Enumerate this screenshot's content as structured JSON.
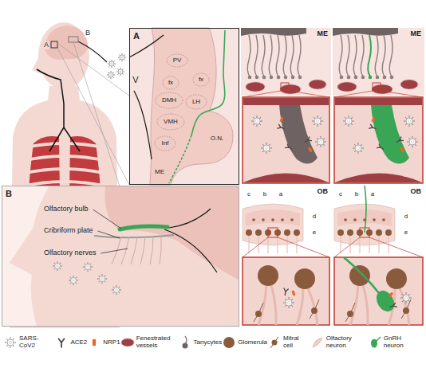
{
  "diagram": {
    "nodes": [
      {
        "text": [
          "A"
        ]
      },
      {
        "text": [
          "ME"
        ]
      },
      {
        "text": [
          "ME"
        ]
      },
      {
        "text": [
          "B"
        ]
      },
      {
        "text": [
          "OB"
        ]
      },
      {
        "text": [
          "OB"
        ]
      }
    ],
    "labels": [
      "A",
      "B",
      "V",
      "PV",
      "fx",
      "fx",
      "DMH",
      "LH",
      "VMH",
      "Inf",
      "O.N.",
      "ME",
      "Olfactory bulb",
      "Cribriform plate",
      "Olfactory nerves",
      "c",
      "b",
      "a",
      "d",
      "e",
      "c",
      "b",
      "a",
      "d",
      "e"
    ],
    "legend": [
      {
        "text": "SARS-CoV2"
      },
      {
        "text": "ACE2"
      },
      {
        "text": "NRP1"
      },
      {
        "text": "Fenestrated vessels"
      },
      {
        "text": "Tanycytes"
      },
      {
        "text": "Glomerula"
      },
      {
        "text": "Mitral cell"
      },
      {
        "text": "Olfactory neuron"
      },
      {
        "text": "GnRH neuron"
      }
    ]
  }
}
